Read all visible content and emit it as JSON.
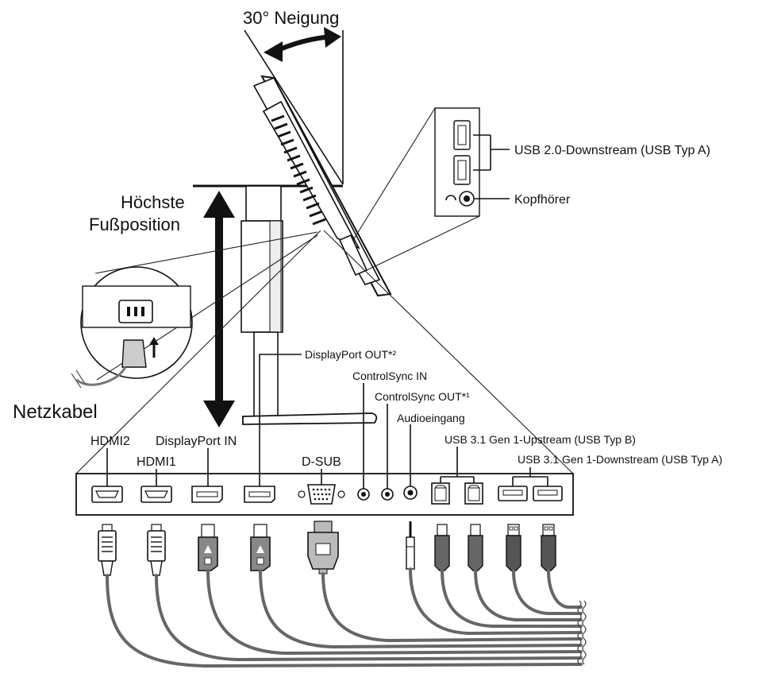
{
  "labels": {
    "tilt": "30° Neigung",
    "highest_position_line1": "Höchste",
    "highest_position_line2": "Fußposition",
    "power_cable": "Netzkabel",
    "usb2_downstream": "USB 2.0-Downstream (USB Typ A)",
    "headphones": "Kopfhörer",
    "displayport_out": "DisplayPort OUT*²",
    "controlsync_in": "ControlSync IN",
    "controlsync_out": "ControlSync OUT*¹",
    "audio_input": "Audioeingang",
    "hdmi2": "HDMI2",
    "hdmi1": "HDMI1",
    "displayport_in": "DisplayPort IN",
    "dsub": "D-SUB",
    "usb31_upstream": "USB 3.1 Gen 1-Upstream (USB Typ B)",
    "usb31_downstream": "USB 3.1 Gen 1-Downstream (USB Typ A)"
  }
}
